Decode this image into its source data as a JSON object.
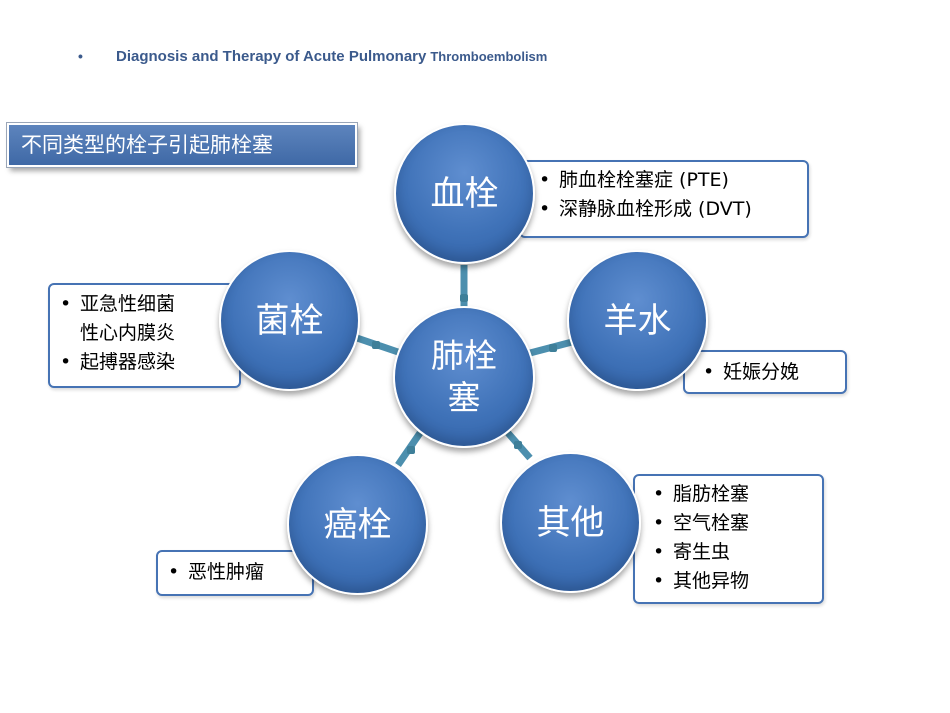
{
  "header": {
    "bullet": "•",
    "title_main": "Diagnosis and Therapy of Acute Pulmonary",
    "title_tail": "Thromboembolism"
  },
  "slide_title": "不同类型的栓子引起肺栓塞",
  "center": {
    "label": "肺栓\n塞"
  },
  "nodes": {
    "blood": {
      "label": "血栓",
      "items": [
        "肺血栓栓塞症 (PTE)",
        "深静脉血栓形成 (DVT)"
      ]
    },
    "amniotic": {
      "label": "羊水",
      "items": [
        "妊娠分娩"
      ]
    },
    "other": {
      "label": "其他",
      "items": [
        "脂肪栓塞",
        "空气栓塞",
        "寄生虫",
        "其他异物"
      ]
    },
    "tumor": {
      "label": "癌栓",
      "items": [
        "恶性肿瘤"
      ]
    },
    "bacterial": {
      "label": "菌栓",
      "items": [
        "亚急性细菌\n性心内膜炎",
        "起搏器感染"
      ]
    }
  },
  "colors": {
    "header_text": "#3b5a8c",
    "circle_fill": "#3f72b8",
    "connector": "#4c8fae",
    "box_border": "#4673b4"
  }
}
